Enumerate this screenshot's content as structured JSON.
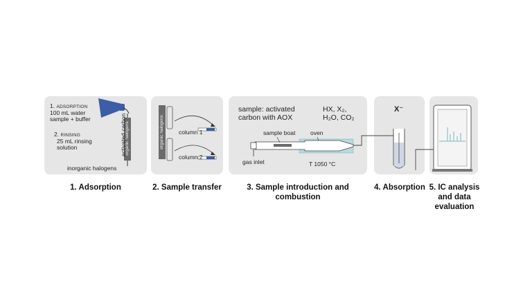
{
  "panels": {
    "adsorption": {
      "step1_num": "1.",
      "step1_title": "ADSORPTION",
      "step1_line2": "100 mL water",
      "step1_line3": "sample + buffer",
      "step2_num": "2.",
      "step2_title": "RINSING",
      "step2_line2": "25 mL rinsing",
      "step2_line3": "solution",
      "activated_carbon": "activated carbon",
      "organic_halogens": "organic halogens",
      "inorganic_halogens": "inorganic halogens"
    },
    "transfer": {
      "organic_halogens": "organic halogens",
      "column1": "column 1",
      "column2": "column 2"
    },
    "combustion": {
      "sample_line1": "sample: activated",
      "sample_line2": "carbon with AOX",
      "products_line1": "HX, X₂,",
      "products_line2": "H₂O, CO₂",
      "sample_boat": "sample boat",
      "oven": "oven",
      "gas_inlet": "gas inlet",
      "temperature": "T 1050 °C"
    },
    "absorption": {
      "ion": "X⁻"
    }
  },
  "captions": {
    "c1": "1. Adsorption",
    "c2": "2. Sample transfer",
    "c3_line1": "3. Sample introduction and",
    "c3_line2": "combustion",
    "c4": "4. Absorption",
    "c5_line1": "5. IC analysis",
    "c5_line2": "and data",
    "c5_line3": "evaluation"
  },
  "colors": {
    "panel_bg": "#e6e6e6",
    "accent_blue": "#3d5da6",
    "teal": "#7ab8c2",
    "dark_grey": "#6b6b6b"
  }
}
